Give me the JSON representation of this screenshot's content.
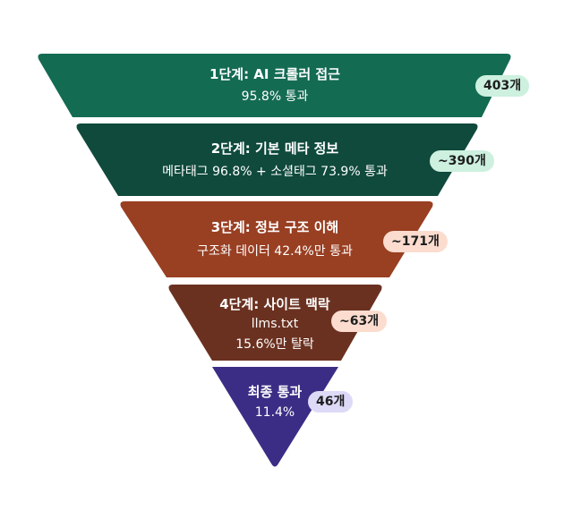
{
  "stages": [
    {
      "title": "1단계: AI 크롤러 접근",
      "lines": [
        "95.8% 통과"
      ],
      "badge": "403개",
      "color": "#136b52",
      "badge_color": "#cdf0df"
    },
    {
      "title": "2단계: 기본 메타 정보",
      "lines": [
        "메타태그 96.8% + 소셜태그 73.9% 통과"
      ],
      "badge": "~390개",
      "color": "#0f4a3c",
      "badge_color": "#cdf0df"
    },
    {
      "title": "3단계: 정보 구조 이해",
      "lines": [
        "구조화 데이터 42.4%만 통과"
      ],
      "badge": "~171개",
      "color": "#993f22",
      "badge_color": "#fbdccf"
    },
    {
      "title": "4단계: 사이트 맥락",
      "lines": [
        "llms.txt",
        "15.6%만 탈락"
      ],
      "badge": "~63개",
      "color": "#6b3120",
      "badge_color": "#fbdccf"
    },
    {
      "title": "최종 통과",
      "lines": [
        "11.4%"
      ],
      "badge": "46개",
      "color": "#3b2d85",
      "badge_color": "#dcdaf6"
    }
  ]
}
